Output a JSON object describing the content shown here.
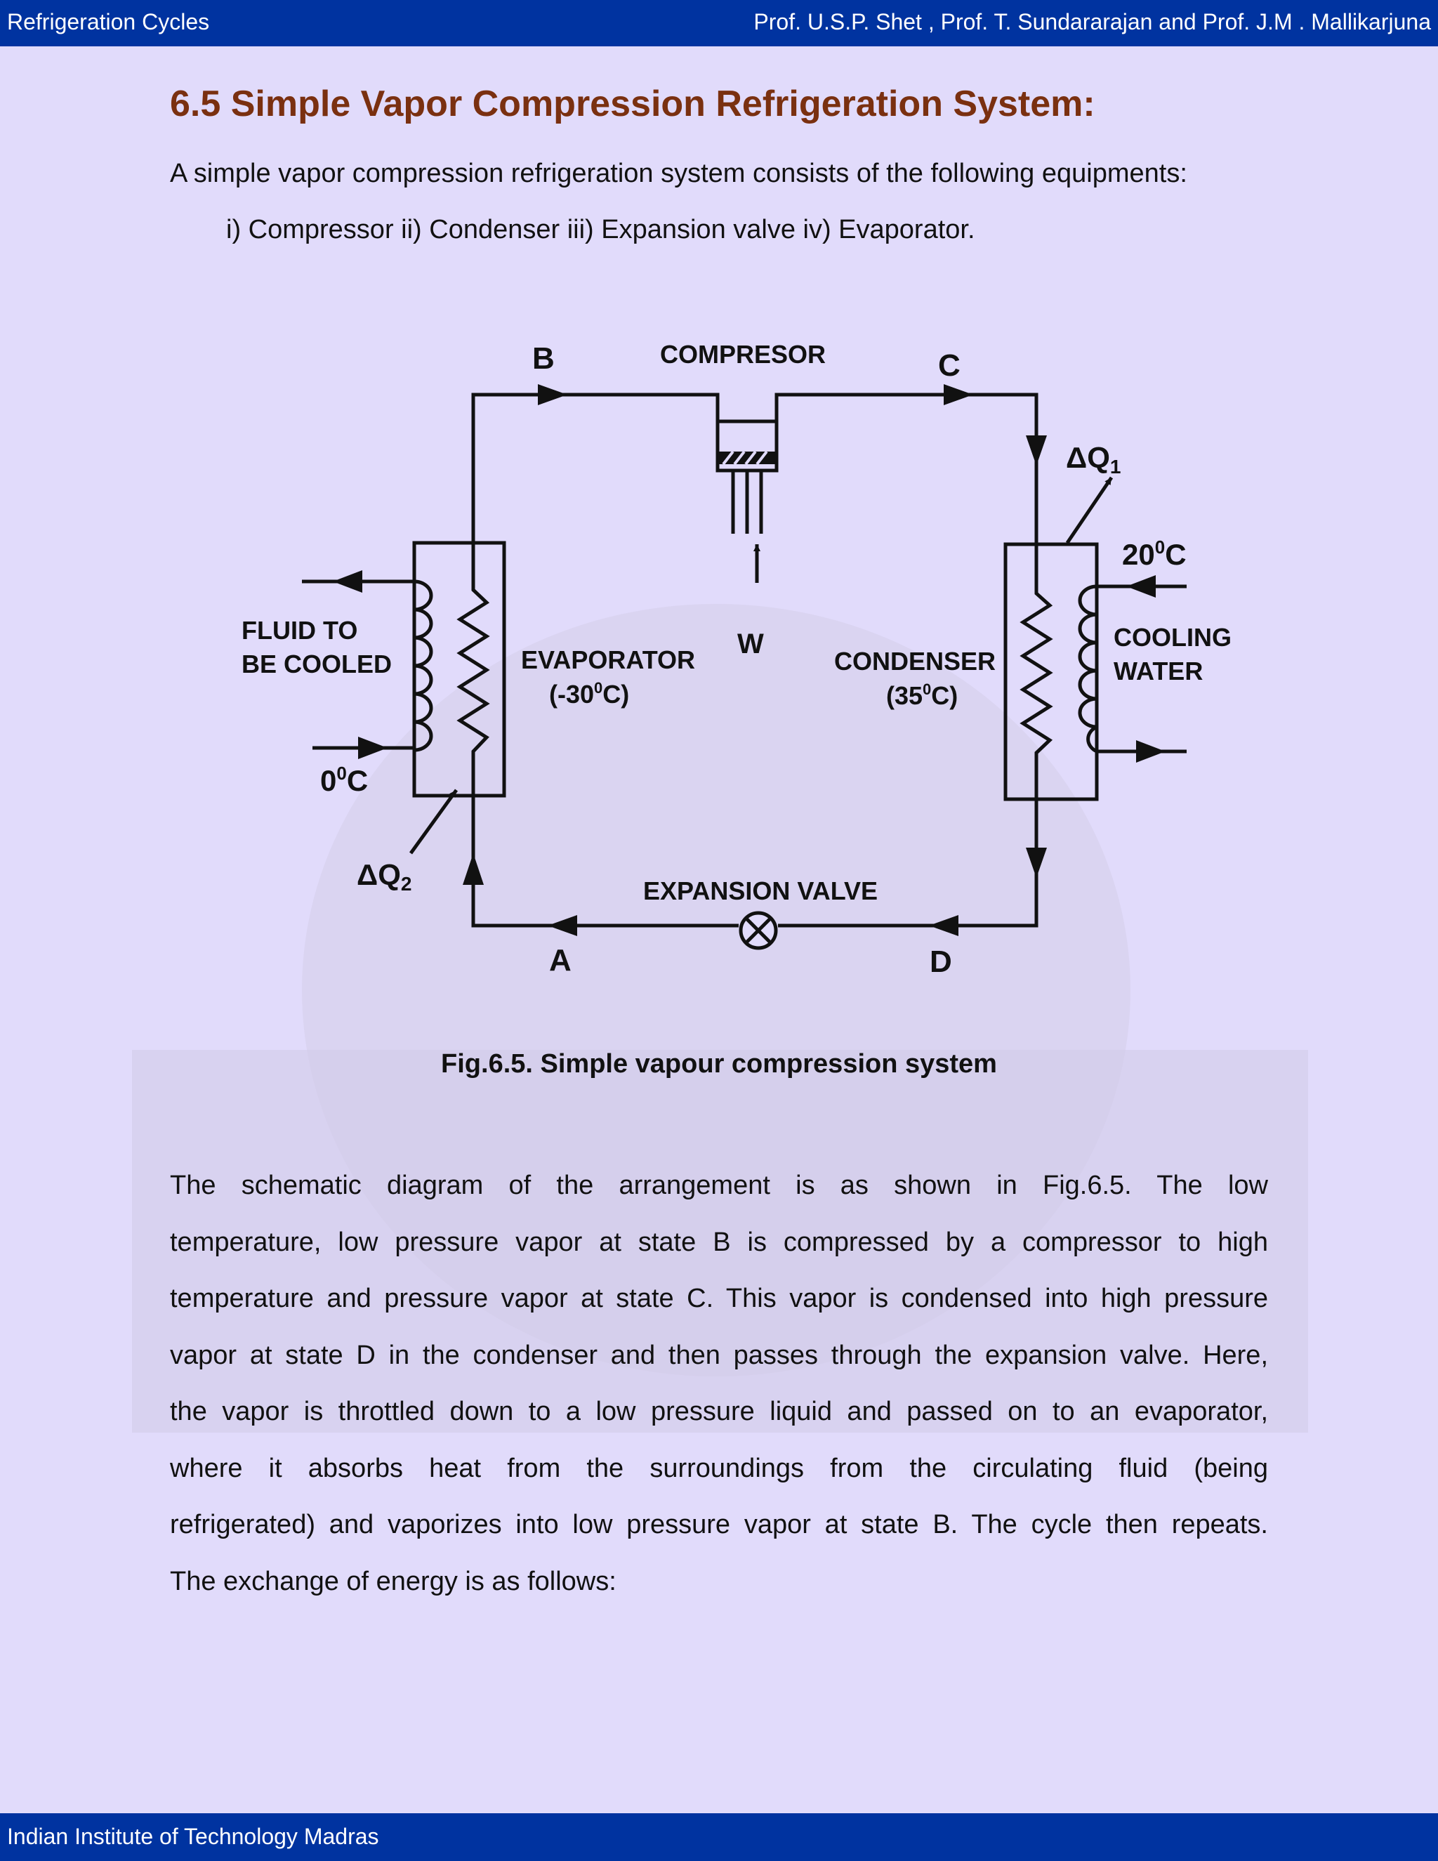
{
  "header": {
    "left": "Refrigeration Cycles",
    "right": "Prof. U.S.P. Shet , Prof. T. Sundararajan and Prof. J.M . Mallikarjuna"
  },
  "footer": {
    "left": "Indian Institute of Technology Madras"
  },
  "section_title": "6.5 Simple Vapor Compression Refrigeration System:",
  "intro": "A simple vapor compression refrigeration system consists of the following equipments:",
  "equipment_line": "i)  Compressor  ii) Condenser iii) Expansion valve  iv) Evaporator.",
  "diagram": {
    "state_b": "B",
    "state_c": "C",
    "state_a": "A",
    "state_d": "D",
    "compressor": "COMPRESOR",
    "work": "W",
    "dq1": "ΔQ",
    "dq1_sub": "1",
    "dq2": "ΔQ",
    "dq2_sub": "2",
    "cooling_water_temp": "20",
    "cooling_water_temp_sup": "0",
    "cooling_water_temp_unit": "C",
    "cooling_water_line1": "COOLING",
    "cooling_water_line2": "WATER",
    "fluid_line1": "FLUID TO",
    "fluid_line2": "BE COOLED",
    "fluid_temp": "0",
    "fluid_temp_sup": "0",
    "fluid_temp_unit": "C",
    "evaporator": "EVAPORATOR",
    "evaporator_temp_open": "(-30",
    "evaporator_temp_sup": "0",
    "evaporator_temp_close": "C)",
    "condenser": "CONDENSER",
    "condenser_temp_open": "(35",
    "condenser_temp_sup": "0",
    "condenser_temp_close": "C)",
    "expansion_valve": "EXPANSION VALVE"
  },
  "caption": "Fig.6.5. Simple vapour compression system",
  "body_lines": [
    "The schematic diagram of the arrangement is as shown in Fig.6.5. The low",
    "temperature, low pressure vapor at state B is compressed by a compressor to high",
    "temperature and pressure vapor at state C. This vapor is condensed into high pressure",
    "vapor at state D in the condenser and then passes through the expansion valve. Here,",
    "the vapor is throttled down to a low pressure liquid and passed on to an evaporator,",
    "where it absorbs heat from the surroundings from the circulating fluid (being",
    "refrigerated) and vaporizes into low pressure vapor at state B. The cycle then repeats.",
    "The exchange of energy is as follows:"
  ]
}
